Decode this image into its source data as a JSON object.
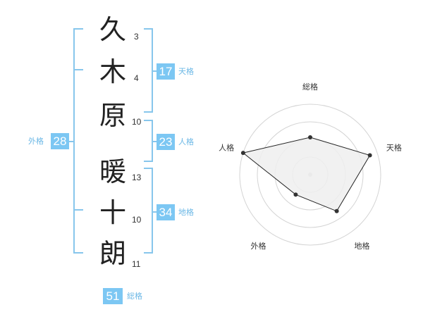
{
  "name": {
    "chars": [
      {
        "char": "久",
        "strokes": "3"
      },
      {
        "char": "木",
        "strokes": "4"
      },
      {
        "char": "原",
        "strokes": "10"
      },
      {
        "char": "暖",
        "strokes": "13"
      },
      {
        "char": "十",
        "strokes": "10"
      },
      {
        "char": "朗",
        "strokes": "11"
      }
    ]
  },
  "scores": {
    "tenkaku": {
      "value": "17",
      "label": "天格"
    },
    "jinkaku": {
      "value": "23",
      "label": "人格"
    },
    "chikaku": {
      "value": "34",
      "label": "地格"
    },
    "gaikaku": {
      "value": "28",
      "label": "外格"
    },
    "soukaku": {
      "value": "51",
      "label": "総格"
    }
  },
  "colors": {
    "accent": "#7cc7f3",
    "bracket": "#87c6ec",
    "radar_fill": "#eeeeee",
    "radar_line": "#222222"
  },
  "chart_data": {
    "type": "radar",
    "axes": [
      "総格",
      "天格",
      "地格",
      "外格",
      "人格"
    ],
    "values": [
      0.53,
      0.89,
      0.64,
      0.35,
      1.0
    ],
    "rings": 4
  }
}
